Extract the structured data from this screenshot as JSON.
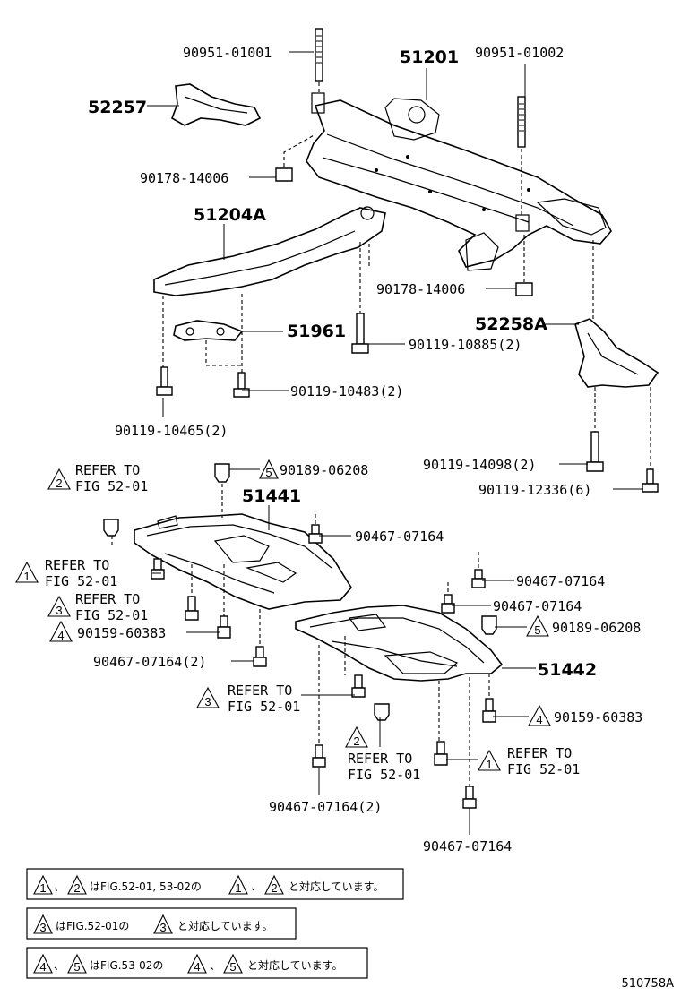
{
  "diagram_id": "510758A",
  "part_labels": {
    "p90951_01001": "90951-01001",
    "p51201": "51201",
    "p90951_01002": "90951-01002",
    "p52257": "52257",
    "p90178_14006_a": "90178-14006",
    "p51204A": "51204A",
    "p90178_14006_b": "90178-14006",
    "p52258A": "52258A",
    "p51961": "51961",
    "p90119_10885": "90119-10885(2)",
    "p90119_10483": "90119-10483(2)",
    "p90119_10465": "90119-10465(2)",
    "p90119_14098": "90119-14098(2)",
    "p90119_12336": "90119-12336(6)",
    "p90189_06208_a": "90189-06208",
    "p51441": "51441",
    "p90467_07164_a": "90467-07164",
    "p90467_07164_b": "90467-07164",
    "p90467_07164_c": "90467-07164",
    "p90159_60383_a": "90159-60383",
    "p90189_06208_b": "90189-06208",
    "p90467_07164_d": "90467-07164(2)",
    "p51442": "51442",
    "p90159_60383_b": "90159-60383",
    "p90467_07164_e": "90467-07164(2)",
    "p90467_07164_f": "90467-07164"
  },
  "refer": {
    "refer_to": "REFER TO",
    "fig": "FIG 52-01",
    "m1": "1",
    "m2": "2",
    "m3": "3",
    "m4": "4",
    "m5": "5"
  },
  "legend": {
    "line1_sep": "、",
    "line1_text": "はFIG.52-01, 53-02の",
    "line1_sep2": "、",
    "line1_end": "と対応しています。",
    "line2_text": "はFIG.52-01の",
    "line2_end": "と対応しています。",
    "line3_sep": "、",
    "line3_text": "はFIG.53-02の",
    "line3_sep2": "、",
    "line3_end": "と対応しています。"
  }
}
